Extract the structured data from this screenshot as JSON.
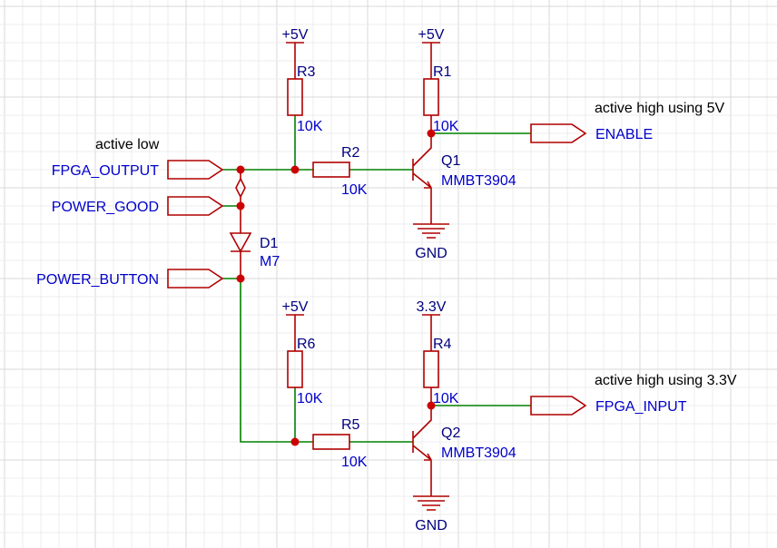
{
  "colors": {
    "background": "#ffffff",
    "symbol": "#b00000",
    "wire": "#008000",
    "junction": "#cc0000",
    "designator": "#000080",
    "value": "#0000cc",
    "net_label": "#0000cc",
    "annotation": "#000000"
  },
  "annotations": {
    "active_low": "active low",
    "active_high_5v": "active high using 5V",
    "active_high_3v3": "active high using 3.3V"
  },
  "ports": {
    "fpga_output": "FPGA_OUTPUT",
    "power_good": "POWER_GOOD",
    "power_button": "POWER_BUTTON",
    "enable": "ENABLE",
    "fpga_input": "FPGA_INPUT"
  },
  "power": {
    "r3_supply": "+5V",
    "r1_supply": "+5V",
    "r6_supply": "+5V",
    "r4_supply": "3.3V",
    "q1_ground": "GND",
    "q2_ground": "GND"
  },
  "components": {
    "r1": {
      "ref": "R1",
      "value": "10K"
    },
    "r2": {
      "ref": "R2",
      "value": "10K"
    },
    "r3": {
      "ref": "R3",
      "value": "10K"
    },
    "r4": {
      "ref": "R4",
      "value": "10K"
    },
    "r5": {
      "ref": "R5",
      "value": "10K"
    },
    "r6": {
      "ref": "R6",
      "value": "10K"
    },
    "d1": {
      "ref": "D1",
      "value": "M7"
    },
    "q1": {
      "ref": "Q1",
      "value": "MMBT3904"
    },
    "q2": {
      "ref": "Q2",
      "value": "MMBT3904"
    }
  }
}
